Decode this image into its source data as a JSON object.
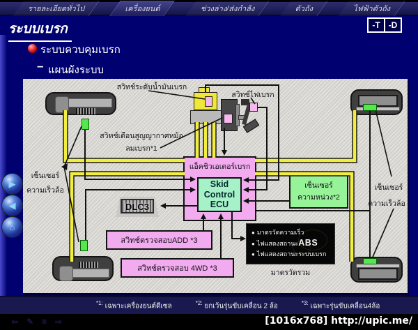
{
  "menu": {
    "items": [
      {
        "label": "รายละเอียดทั่วไป"
      },
      {
        "label": "เครื่องยนต์"
      },
      {
        "label": "ช่วงล่าง/ส่งกำลัง"
      },
      {
        "label": "ตัวถัง"
      },
      {
        "label": "ไฟฟ้าตัวถัง"
      }
    ]
  },
  "header": {
    "title": "ระบบเบรก",
    "toggle_t": "-T",
    "toggle_d": "-D"
  },
  "section": {
    "bullet_heading": "ระบบควบคุมเบรก",
    "dash": "–",
    "sub_heading": "แผนผังระบบ"
  },
  "diagram": {
    "fluid_level_switch_label": "สวิทช์ระดับน้ำมันเบรก",
    "brake_light_switch_label": "สวิทช์ไฟเบรก",
    "vacuum_switch_label_line1": "สวิทช์เตือนสูญญากาศหม้อ",
    "vacuum_switch_label_line2": "ลมเบรก*1",
    "actuator_label": "แอ็คชิวเอเตอร์เบรก",
    "ecu_line1": "Skid",
    "ecu_line2": "Control",
    "ecu_line3": "ECU",
    "dlc3_label": "DLC3",
    "decel_sensor_line1": "เซ็นเซอร์",
    "decel_sensor_line2": "ความหน่วง*2",
    "wheel_sensor_left_line1": "เซ็นเซอร์",
    "wheel_sensor_left_line2": "ความเร็วล้อ",
    "wheel_sensor_right_line1": "เซ็นเซอร์",
    "wheel_sensor_right_line2": "ความเร็วล้อ",
    "add_switch_label": "สวิทช์ตรวจสอบADD *3",
    "fwd_switch_label": "สวิทช์ตรวจสอบ 4WD *3",
    "meter": {
      "item1": "มาตรวัดความเร็ว",
      "item2_prefix": "ไฟแสดงสถานะ",
      "item2_abs": "ABS",
      "item3": "ไฟแสดงสถานะระบบเบรก",
      "caption": "มาตรวัดรวม"
    }
  },
  "footnotes": [
    {
      "marker": "*1:",
      "text": "เฉพาะเครื่องยนต์ดีเซล"
    },
    {
      "marker": "*2:",
      "text": "ยกเว้นรุ่นขับเคลื่อน 2 ล้อ"
    },
    {
      "marker": "*3:",
      "text": "เฉพาะรุ่นขับเคลื่อน4ล้อ"
    }
  ],
  "nav": {
    "forward": "▶",
    "back": "◀",
    "home": "⌂",
    "icon_back": "⇦",
    "icon_edit": "✎",
    "icon_list": "≡",
    "icon_fwd": "⇨"
  },
  "statusbar": {
    "watermark": "[1016x768] http://upic.me/"
  },
  "colors": {
    "accent_pink": "#f2abee",
    "ecu_green": "#a6f1c7",
    "sensor_green": "#55e84e",
    "decel_green": "#97f397",
    "line_yellow": "#f2ee3f",
    "panel_gray": "#d8d6d1",
    "navy": "#000070"
  }
}
